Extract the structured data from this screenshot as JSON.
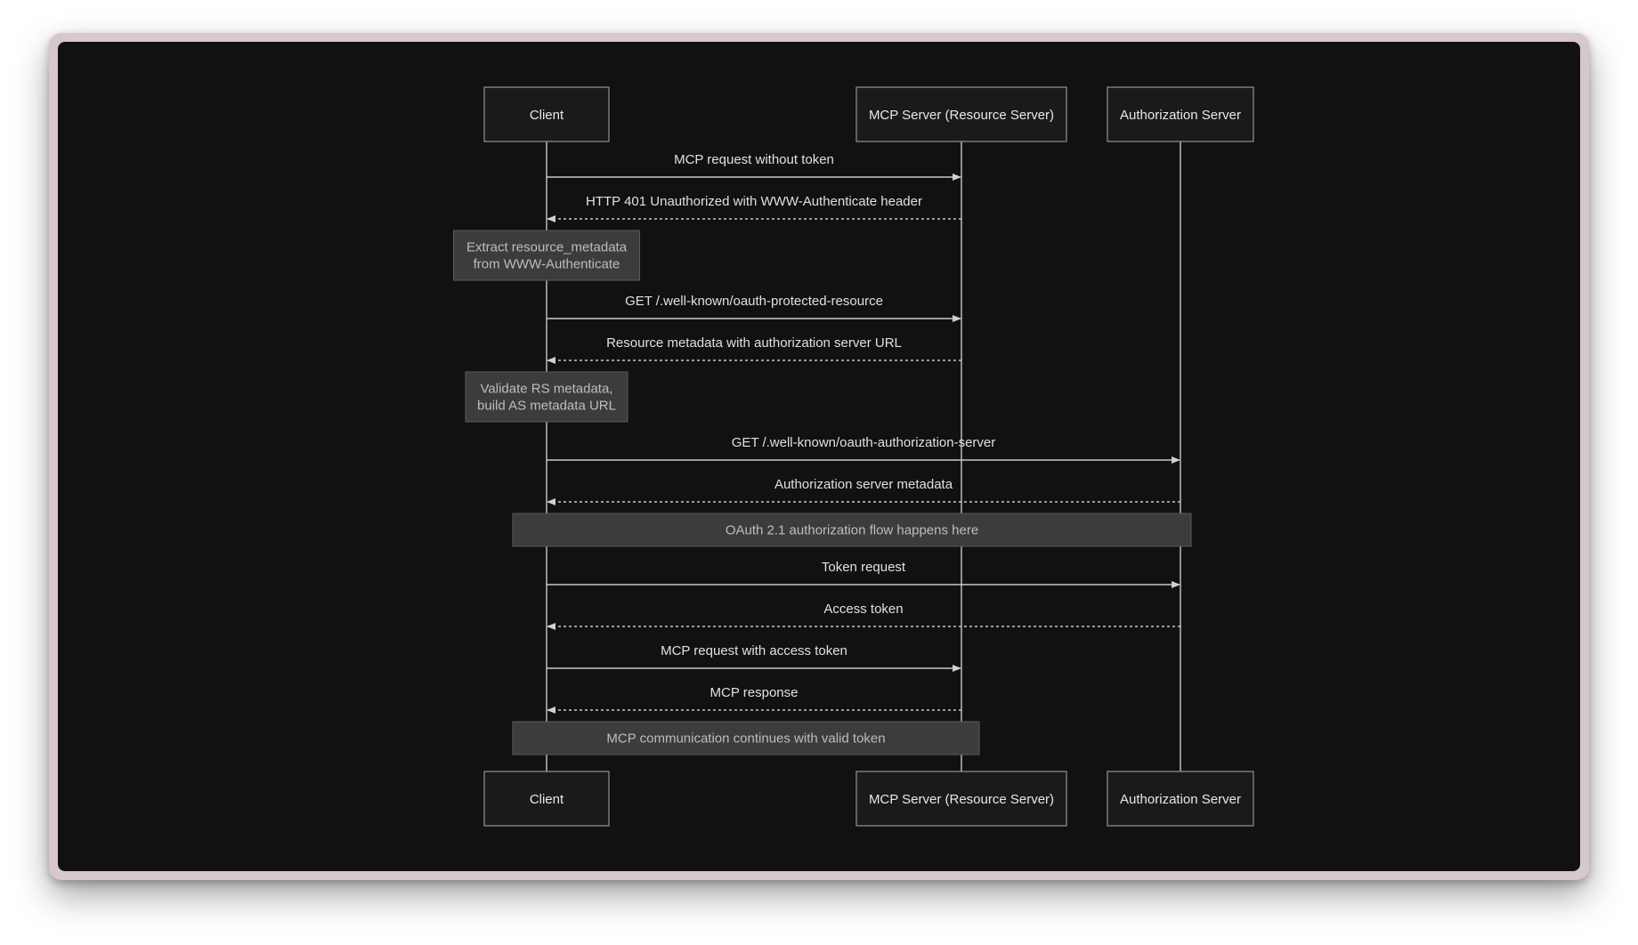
{
  "diagram": {
    "type": "sequence",
    "participants": {
      "client": "Client",
      "mcp": "MCP Server (Resource Server)",
      "auth": "Authorization Server"
    },
    "steps": [
      {
        "kind": "message",
        "from": "client",
        "to": "mcp",
        "style": "solid",
        "label": "MCP request without token"
      },
      {
        "kind": "message",
        "from": "mcp",
        "to": "client",
        "style": "dashed",
        "label": "HTTP 401 Unauthorized with WWW-Authenticate header"
      },
      {
        "kind": "note",
        "over": [
          "client"
        ],
        "lines": [
          "Extract resource_metadata",
          "from WWW-Authenticate"
        ]
      },
      {
        "kind": "message",
        "from": "client",
        "to": "mcp",
        "style": "solid",
        "label": "GET /.well-known/oauth-protected-resource"
      },
      {
        "kind": "message",
        "from": "mcp",
        "to": "client",
        "style": "dashed",
        "label": "Resource metadata with authorization server URL"
      },
      {
        "kind": "note",
        "over": [
          "client"
        ],
        "lines": [
          "Validate RS metadata,",
          "build AS metadata URL"
        ]
      },
      {
        "kind": "message",
        "from": "client",
        "to": "auth",
        "style": "solid",
        "label": "GET /.well-known/oauth-authorization-server"
      },
      {
        "kind": "message",
        "from": "auth",
        "to": "client",
        "style": "dashed",
        "label": "Authorization server metadata"
      },
      {
        "kind": "note",
        "over": [
          "client",
          "auth"
        ],
        "lines": [
          "OAuth 2.1 authorization flow happens here"
        ]
      },
      {
        "kind": "message",
        "from": "client",
        "to": "auth",
        "style": "solid",
        "label": "Token request"
      },
      {
        "kind": "message",
        "from": "auth",
        "to": "client",
        "style": "dashed",
        "label": "Access token"
      },
      {
        "kind": "message",
        "from": "client",
        "to": "mcp",
        "style": "solid",
        "label": "MCP request with access token"
      },
      {
        "kind": "message",
        "from": "mcp",
        "to": "client",
        "style": "dashed",
        "label": "MCP response"
      },
      {
        "kind": "note",
        "over": [
          "client",
          "mcp"
        ],
        "lines": [
          "MCP communication continues with valid token"
        ]
      }
    ]
  }
}
